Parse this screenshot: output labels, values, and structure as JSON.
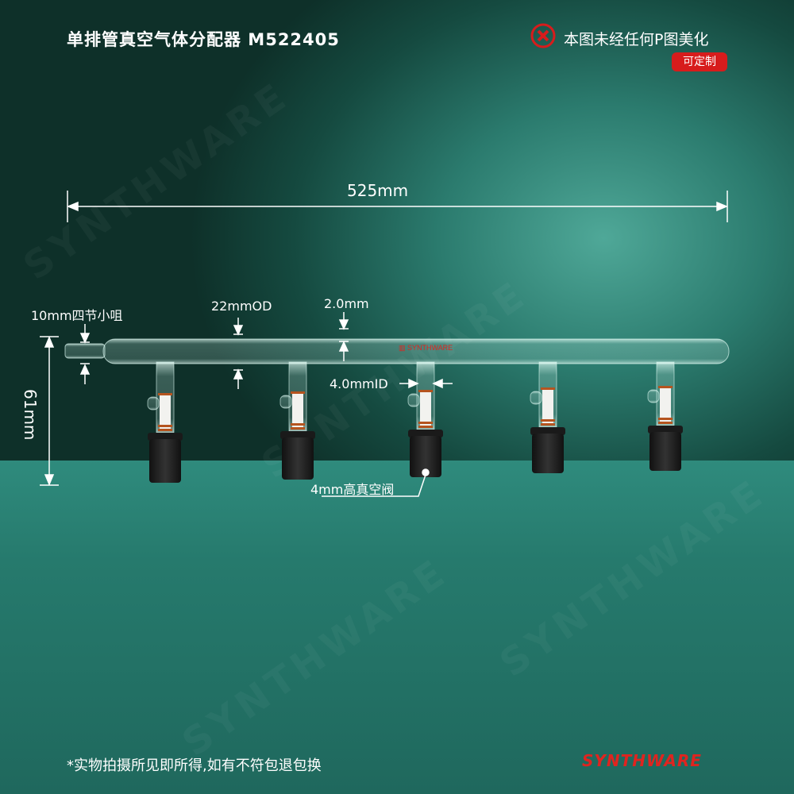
{
  "header": {
    "title": "单排管真空气体分配器  M522405",
    "notice": "本图未经任何P图美化",
    "custom_badge": "可定制"
  },
  "icons": {
    "notice_icon": "x-circle-icon"
  },
  "colors": {
    "accent_red": "#d71c1c",
    "brand_red": "#e0241f"
  },
  "dimensions": {
    "length": "525mm",
    "height": "61mm",
    "nozzle": "10mm四节小咀",
    "outer_diameter": "22mmOD",
    "wall": "2.0mm",
    "inner_diameter": "4.0mmID",
    "valve": "4mm高真空阀"
  },
  "product": {
    "tube_brand": "SYNTHWARE",
    "valve_count": 5
  },
  "watermark": "SYNTHWARE",
  "footer": {
    "disclaimer": "*实物拍摄所见即所得,如有不符包退包换",
    "brand": "SYNTHWARE"
  }
}
